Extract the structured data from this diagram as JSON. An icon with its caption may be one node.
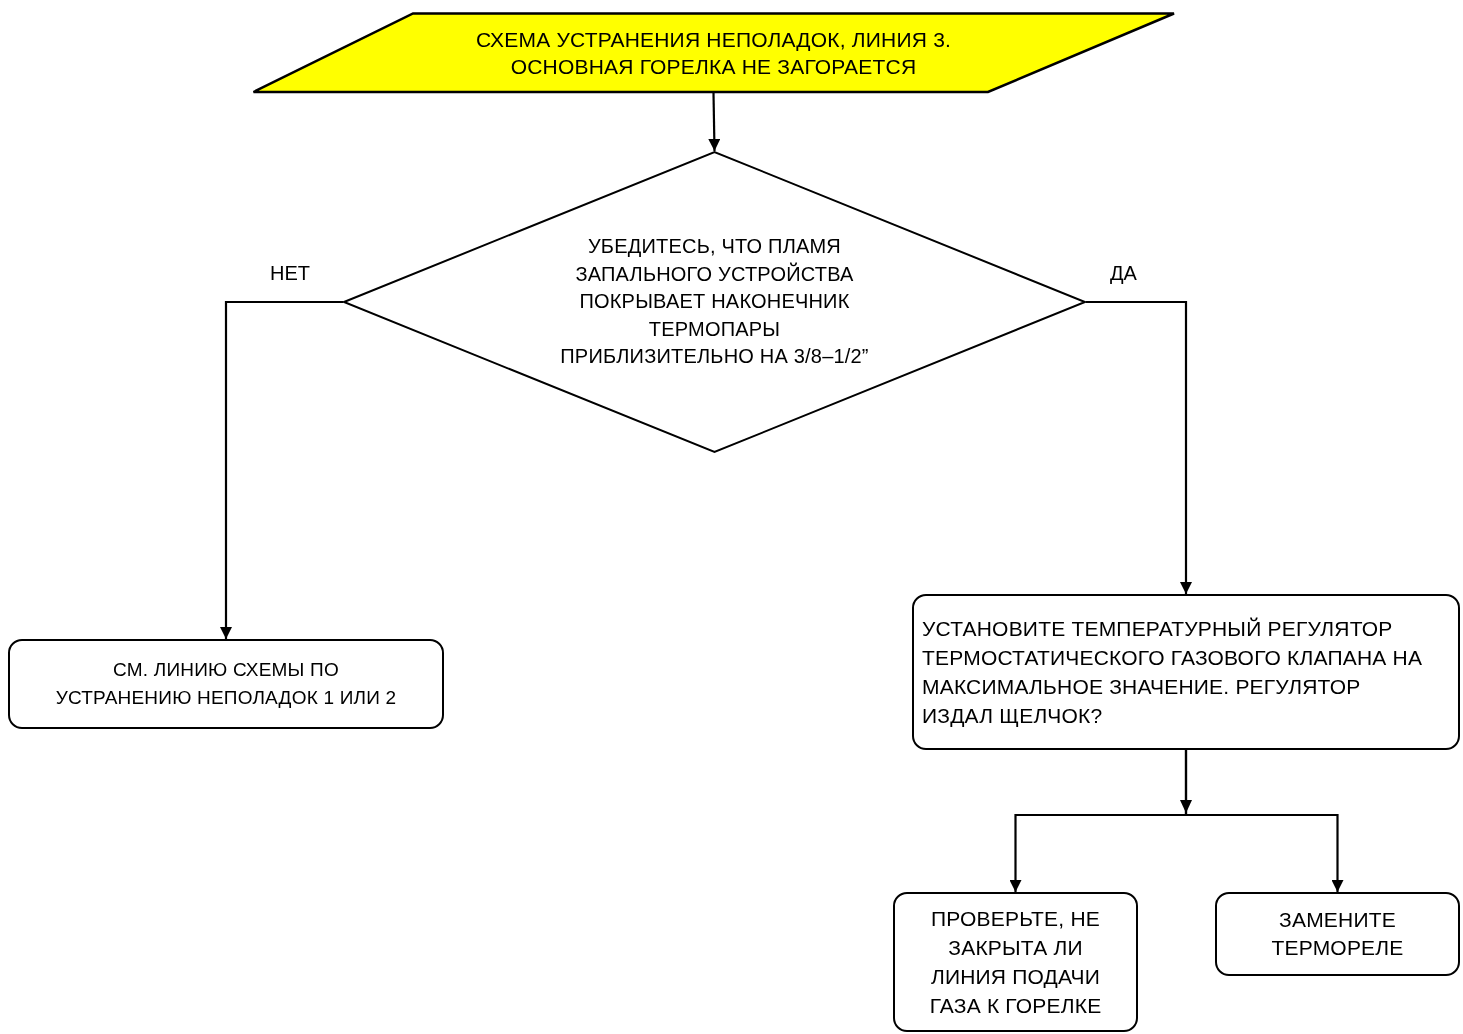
{
  "diagram": {
    "nodes": [
      {
        "text": [
          "СХЕМА УСТРАНЕНИЯ НЕПОЛАДОК, ЛИНИЯ 3. ОСНОВНАЯ ГОРЕЛКА НЕ ЗАГОРАЕТСЯ"
        ]
      },
      {
        "text": [
          "УБЕДИТЕСЬ, ЧТО ПЛАМЯ ЗАПАЛЬНОГО УСТРОЙСТВА ПОКРЫВАЕТ НАКОНЕЧНИК ТЕРМОПАРЫ ПРИБЛИЗИТЕЛЬНО НА 3/8–1/2”"
        ]
      },
      {
        "text": [
          "СМ. ЛИНИЮ СХЕМЫ ПО УСТРАНЕНИЮ НЕПОЛАДОК 1 ИЛИ 2"
        ]
      },
      {
        "text": [
          "УСТАНОВИТЕ ТЕМПЕРАТУРНЫЙ РЕГУЛЯТОР ТЕРМОСТАТИЧЕСКОГО ГАЗОВОГО КЛАПАНА НА МАКСИМАЛЬНОЕ ЗНАЧЕНИЕ. РЕГУЛЯТОР ИЗДАЛ ЩЕЛЧОК?"
        ]
      },
      {
        "text": [
          "ПРОВЕРЬТЕ, НЕ ЗАКРЫТА ЛИ ЛИНИЯ ПОДАЧИ ГАЗА К ГОРЕЛКЕ"
        ]
      },
      {
        "text": [
          "ЗАМЕНИТЕ ТЕРМОРЕЛЕ"
        ]
      }
    ],
    "edges": [
      {
        "from": 0,
        "to": 1,
        "arrow": "to"
      },
      {
        "from": 1,
        "to": 2,
        "arrow": "to",
        "label": "НЕТ"
      },
      {
        "from": 1,
        "to": 3,
        "arrow": "to",
        "label": "ДА"
      },
      {
        "from": 3,
        "to": 4,
        "arrow": "to"
      },
      {
        "from": 3,
        "to": 5,
        "arrow": "to"
      }
    ]
  }
}
